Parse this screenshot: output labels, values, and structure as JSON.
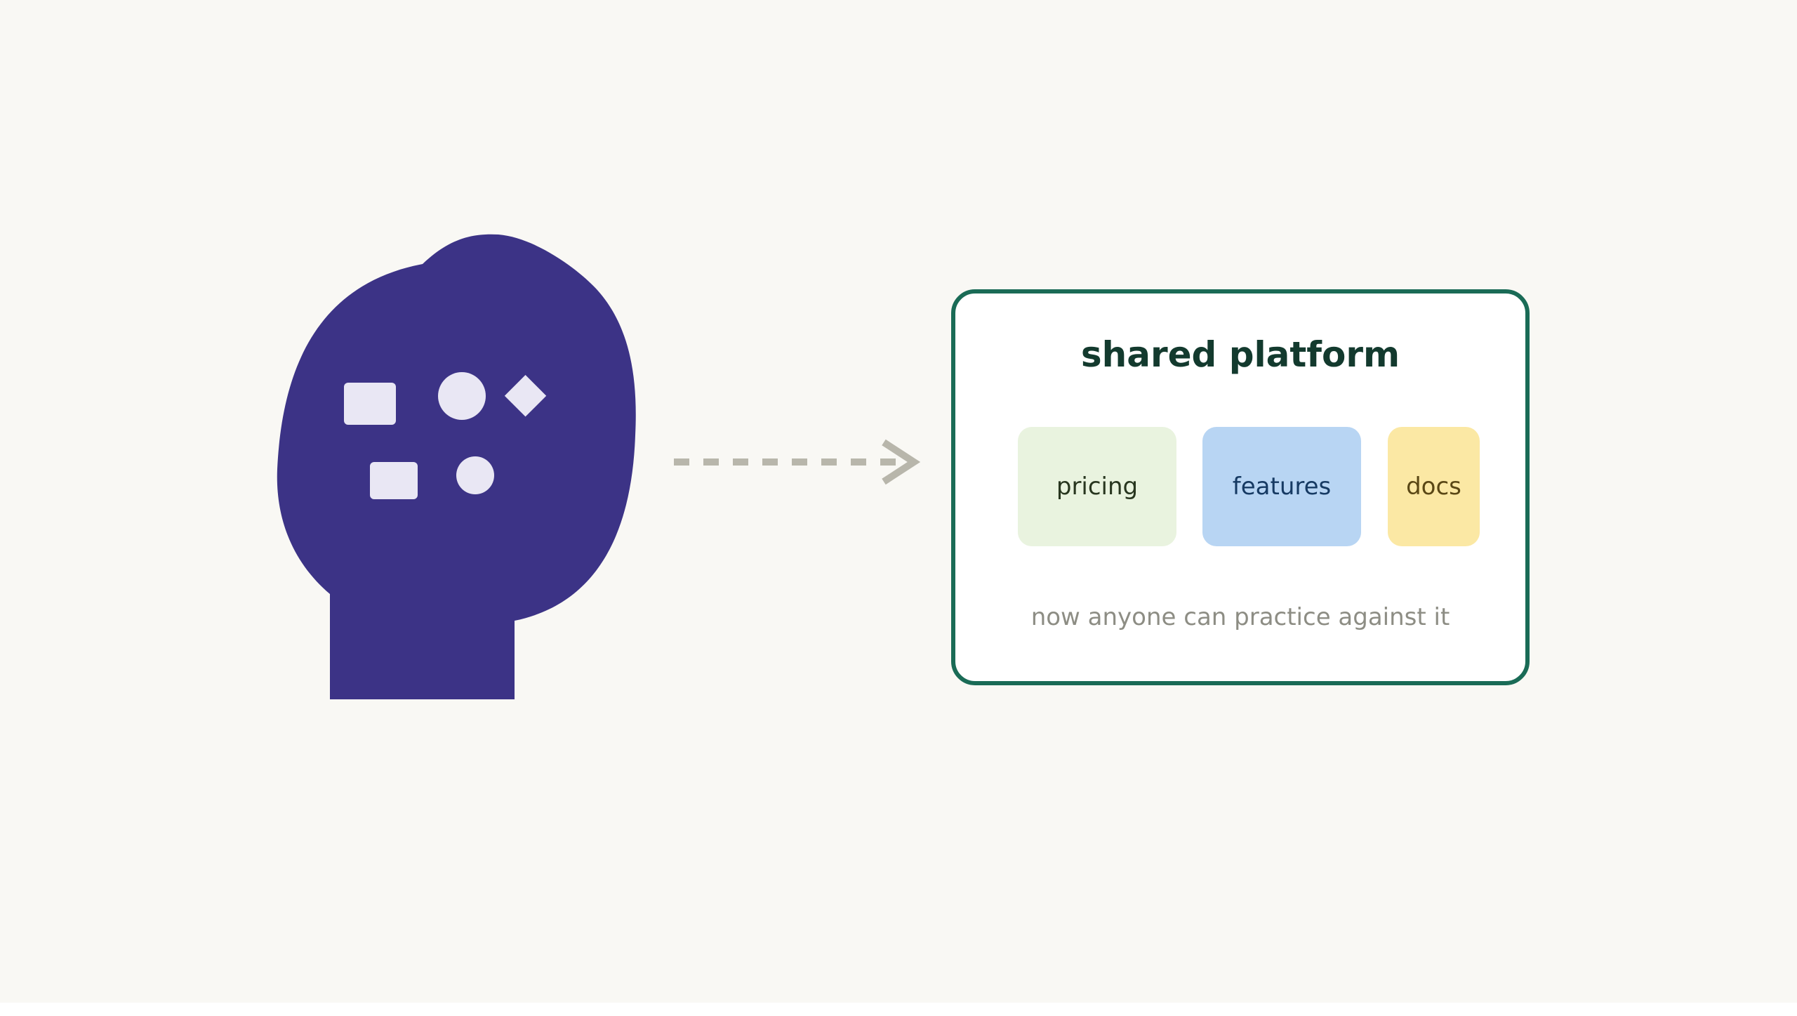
{
  "diagram": {
    "colors": {
      "background": "#f9f8f4",
      "head": "#3c3386",
      "head_shapes": "#e9e7f4",
      "arrow": "#b8b6ab",
      "card_border": "#1a6b56",
      "card_title": "#133a2e",
      "caption": "#8d8d84"
    },
    "head_icons": [
      "rectangle-shape-icon",
      "circle-shape-icon",
      "diamond-shape-icon",
      "rectangle-shape-icon",
      "circle-shape-icon"
    ],
    "platform": {
      "title": "shared platform",
      "chips": [
        {
          "label": "pricing",
          "color": "#e9f3df"
        },
        {
          "label": "features",
          "color": "#b8d5f3"
        },
        {
          "label": "docs",
          "color": "#fbe8a4"
        }
      ],
      "caption": "now anyone can practice against it"
    }
  }
}
